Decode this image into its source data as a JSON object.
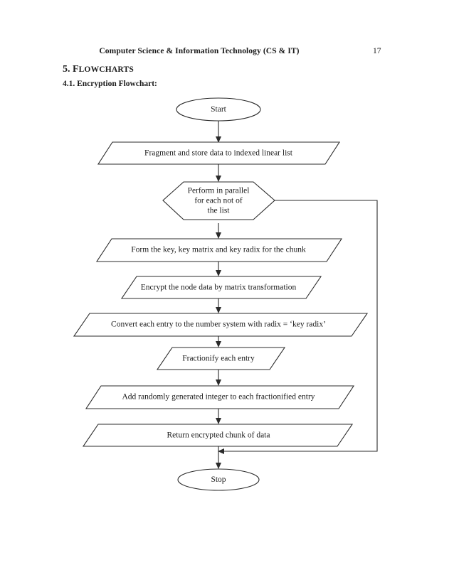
{
  "header": {
    "title": "Computer Science & Information Technology (CS & IT)",
    "page_number": "17"
  },
  "headings": {
    "section_number": "5.",
    "section_title_first": "F",
    "section_title_rest": "LOWCHARTS",
    "section_title_full": "5. FLOWCHARTS",
    "subsection": "4.1. Encryption Flowchart:"
  },
  "chart_data": {
    "type": "diagram",
    "title": "Encryption Flowchart",
    "nodes": [
      {
        "id": "start",
        "shape": "ellipse",
        "label": "Start"
      },
      {
        "id": "fragment",
        "shape": "parallelogram",
        "label": "Fragment and store data to indexed linear list"
      },
      {
        "id": "parallel",
        "shape": "hexagon",
        "label": "Perform in parallel for each not of the list",
        "lines": [
          "Perform in parallel",
          "for each not of",
          "the list"
        ]
      },
      {
        "id": "form-key",
        "shape": "parallelogram",
        "label": "Form the key, key matrix and key radix for the chunk"
      },
      {
        "id": "encrypt",
        "shape": "parallelogram",
        "label": "Encrypt the node data by matrix transformation"
      },
      {
        "id": "convert",
        "shape": "parallelogram",
        "label": "Convert each entry to the number system with radix = ‘key radix’"
      },
      {
        "id": "fractionify",
        "shape": "parallelogram",
        "label": "Fractionify each entry"
      },
      {
        "id": "add-random",
        "shape": "parallelogram",
        "label": "Add randomly generated integer to each fractionified entry"
      },
      {
        "id": "return",
        "shape": "parallelogram",
        "label": "Return encrypted chunk of data"
      },
      {
        "id": "stop",
        "shape": "ellipse",
        "label": "Stop"
      }
    ],
    "edges": [
      {
        "from": "start",
        "to": "fragment",
        "type": "straight"
      },
      {
        "from": "fragment",
        "to": "parallel",
        "type": "straight"
      },
      {
        "from": "parallel",
        "to": "form-key",
        "type": "straight"
      },
      {
        "from": "form-key",
        "to": "encrypt",
        "type": "straight"
      },
      {
        "from": "encrypt",
        "to": "convert",
        "type": "straight"
      },
      {
        "from": "convert",
        "to": "fractionify",
        "type": "straight"
      },
      {
        "from": "fractionify",
        "to": "add-random",
        "type": "straight"
      },
      {
        "from": "add-random",
        "to": "return",
        "type": "straight"
      },
      {
        "from": "return",
        "to": "stop",
        "type": "straight"
      },
      {
        "from": "parallel",
        "to": "return",
        "type": "loop-right",
        "label": ""
      }
    ],
    "stroke_color": "#2b2b2b",
    "fill_color": "#ffffff",
    "background": "#ffffff"
  }
}
